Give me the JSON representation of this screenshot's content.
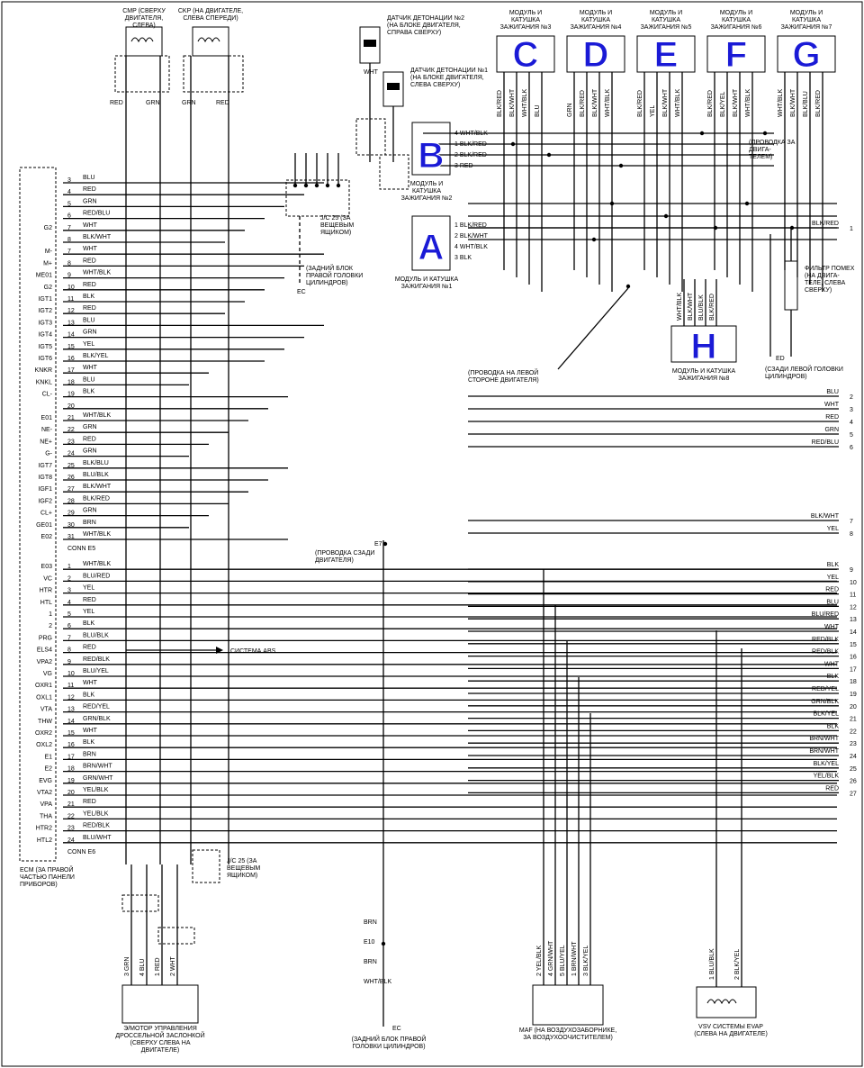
{
  "ecm": {
    "label": "ECM (ЗА ПРАВОЙ ЧАСТЬЮ ПАНЕЛИ ПРИБОРОВ)",
    "conn_e5": "CONN E5",
    "conn_e6": "CONN E6",
    "pins_e5": [
      {
        "name": "",
        "num": "3",
        "wire": "BLU"
      },
      {
        "name": "",
        "num": "4",
        "wire": "RED"
      },
      {
        "name": "",
        "num": "5",
        "wire": "GRN"
      },
      {
        "name": "",
        "num": "6",
        "wire": "RED/BLU"
      },
      {
        "name": "G2",
        "num": "7",
        "wire": "WHT"
      },
      {
        "name": "",
        "num": "8",
        "wire": "BLK/WHT"
      },
      {
        "name": "M-",
        "num": "7",
        "wire": "WHT"
      },
      {
        "name": "M+",
        "num": "8",
        "wire": "RED"
      },
      {
        "name": "ME01",
        "num": "9",
        "wire": "WHT/BLK"
      },
      {
        "name": "G2",
        "num": "10",
        "wire": "RED"
      },
      {
        "name": "IGT1",
        "num": "11",
        "wire": "BLK"
      },
      {
        "name": "IGT2",
        "num": "12",
        "wire": "RED"
      },
      {
        "name": "IGT3",
        "num": "13",
        "wire": "BLU"
      },
      {
        "name": "IGT4",
        "num": "14",
        "wire": "GRN"
      },
      {
        "name": "IGT5",
        "num": "15",
        "wire": "YEL"
      },
      {
        "name": "IGT6",
        "num": "16",
        "wire": "BLK/YEL"
      },
      {
        "name": "KNKR",
        "num": "17",
        "wire": "WHT"
      },
      {
        "name": "KNKL",
        "num": "18",
        "wire": "BLU"
      },
      {
        "name": "CL-",
        "num": "19",
        "wire": "BLK"
      },
      {
        "name": "",
        "num": "20",
        "wire": ""
      },
      {
        "name": "E01",
        "num": "21",
        "wire": "WHT/BLK"
      },
      {
        "name": "NE-",
        "num": "22",
        "wire": "GRN"
      },
      {
        "name": "NE+",
        "num": "23",
        "wire": "RED"
      },
      {
        "name": "G-",
        "num": "24",
        "wire": "GRN"
      },
      {
        "name": "IGT7",
        "num": "25",
        "wire": "BLK/BLU"
      },
      {
        "name": "IGT8",
        "num": "26",
        "wire": "BLU/BLK"
      },
      {
        "name": "IGF1",
        "num": "27",
        "wire": "BLK/WHT"
      },
      {
        "name": "IGF2",
        "num": "28",
        "wire": "BLK/RED"
      },
      {
        "name": "CL+",
        "num": "29",
        "wire": "GRN"
      },
      {
        "name": "GE01",
        "num": "30",
        "wire": "BRN"
      },
      {
        "name": "E02",
        "num": "31",
        "wire": "WHT/BLK"
      }
    ],
    "pins_e6": [
      {
        "name": "E03",
        "num": "1",
        "wire": "WHT/BLK"
      },
      {
        "name": "VC",
        "num": "2",
        "wire": "BLU/RED"
      },
      {
        "name": "HTR",
        "num": "3",
        "wire": "YEL"
      },
      {
        "name": "HTL",
        "num": "4",
        "wire": "RED"
      },
      {
        "name": "1",
        "num": "5",
        "wire": "YEL"
      },
      {
        "name": "2",
        "num": "6",
        "wire": "BLK"
      },
      {
        "name": "PRG",
        "num": "7",
        "wire": "BLU/BLK"
      },
      {
        "name": "ELS4",
        "num": "8",
        "wire": "RED"
      },
      {
        "name": "VPA2",
        "num": "9",
        "wire": "RED/BLK"
      },
      {
        "name": "VG",
        "num": "10",
        "wire": "BLU/YEL"
      },
      {
        "name": "OXR1",
        "num": "11",
        "wire": "WHT"
      },
      {
        "name": "OXL1",
        "num": "12",
        "wire": "BLK"
      },
      {
        "name": "VTA",
        "num": "13",
        "wire": "RED/YEL"
      },
      {
        "name": "THW",
        "num": "14",
        "wire": "GRN/BLK"
      },
      {
        "name": "OXR2",
        "num": "15",
        "wire": "WHT"
      },
      {
        "name": "OXL2",
        "num": "16",
        "wire": "BLK"
      },
      {
        "name": "E1",
        "num": "17",
        "wire": "BRN"
      },
      {
        "name": "E2",
        "num": "18",
        "wire": "BRN/WHT"
      },
      {
        "name": "EVG",
        "num": "19",
        "wire": "GRN/WHT"
      },
      {
        "name": "VTA2",
        "num": "20",
        "wire": "YEL/BLK"
      },
      {
        "name": "VPA",
        "num": "21",
        "wire": "RED"
      },
      {
        "name": "THA",
        "num": "22",
        "wire": "YEL/BLK"
      },
      {
        "name": "HTR2",
        "num": "23",
        "wire": "RED/BLK"
      },
      {
        "name": "HTL2",
        "num": "24",
        "wire": "BLU/WHT"
      }
    ]
  },
  "sensors": {
    "cmp": "CMP (СВЕРХУ ДВИГАТЕЛЯ, СЛЕВА)",
    "ckp": "CKP (НА ДВИГАТЕЛЕ, СЛЕВА СПЕРЕДИ)",
    "knock2": "ДАТЧИК ДЕТОНАЦИИ №2 (НА БЛОКЕ ДВИГАТЕЛЯ, СПРАВА СВЕРХУ)",
    "knock1": "ДАТЧИК ДЕТОНАЦИИ №1 (НА БЛОКЕ ДВИГАТЕЛЯ, СЛЕВА СВЕРХУ)",
    "cmp_wires": [
      "RED",
      "GRN"
    ],
    "ckp_wires": [
      "GRN",
      "RED"
    ],
    "knock_wire": "WHT"
  },
  "modules": {
    "A": {
      "letter": "A",
      "label": "МОДУЛЬ И КАТУШКА ЗАЖИГАНИЯ №1",
      "pins": [
        "1 BLK/RED",
        "2 BLK/WHT",
        "4 WHT/BLK",
        "3 BLK"
      ]
    },
    "B": {
      "letter": "B",
      "label": "МОДУЛЬ И КАТУШКА ЗАЖИГАНИЯ №2",
      "pins": [
        "4 WHT/BLK",
        "1 BLK/RED",
        "2 BLK/RED",
        "3 RED"
      ]
    },
    "C": {
      "letter": "C",
      "label": "МОДУЛЬ И КАТУШКА ЗАЖИГАНИЯ №3",
      "pins": [
        "BLK/RED",
        "BLK/WHT",
        "WHT/BLK",
        "BLU"
      ]
    },
    "D": {
      "letter": "D",
      "label": "МОДУЛЬ И КАТУШКА ЗАЖИГАНИЯ №4",
      "pins": [
        "GRN",
        "BLK/RED",
        "BLK/WHT",
        "WHT/BLK"
      ]
    },
    "E": {
      "letter": "E",
      "label": "МОДУЛЬ И КАТУШКА ЗАЖИГАНИЯ №5",
      "pins": [
        "BLK/RED",
        "YEL",
        "BLK/WHT",
        "WHT/BLK"
      ]
    },
    "F": {
      "letter": "F",
      "label": "МОДУЛЬ И КАТУШКА ЗАЖИГАНИЯ №6",
      "pins": [
        "BLK/RED",
        "BLK/YEL",
        "BLK/WHT",
        "WHT/BLK"
      ]
    },
    "G": {
      "letter": "G",
      "label": "МОДУЛЬ И КАТУШКА ЗАЖИГАНИЯ №7",
      "pins": [
        "WHT/BLK",
        "BLK/WHT",
        "BLK/BLU",
        "BLK/RED"
      ]
    },
    "H": {
      "letter": "H",
      "label": "МОДУЛЬ И КАТУШКА ЗАЖИГАНИЯ №8",
      "pins": [
        "WHT/BLK",
        "BLK/WHT",
        "BLU/BLK",
        "BLK/RED"
      ]
    }
  },
  "notes": {
    "jc25_top": "J/C 25 (ЗА ВЕЩЕВЫМ ЯЩИКОМ)",
    "jc25_bottom": "J/C 25 (ЗА ВЕЩЕВЫМ ЯЩИКОМ)",
    "ground_ec_top": "(ЗАДНИЙ БЛОК ПРАВОЙ ГОЛОВКИ ЦИЛИНДРОВ)",
    "ground_ec_bottom": "(ЗАДНИЙ БЛОК ПРАВОЙ ГОЛОВКИ ЦИЛИНДРОВ)",
    "left_side_wiring": "(ПРОВОДКА НА ЛЕВОЙ СТОРОНЕ ДВИГАТЕЛЯ)",
    "behind_engine": "(ПРОВОДКА СЗАДИ ДВИГАТЕЛЯ)",
    "behind_engine2": "(ПРОВОДКА ЗА ДВИГА- ТЕЛЕМ)",
    "filter": "ФИЛЬТР ПОМЕХ (НА ДВИГА- ТЕЛЕ, СЛЕВА СВЕРХУ)",
    "ground_ed": "(СЗАДИ ЛЕВОЙ ГОЛОВКИ ЦИЛИНДРОВ)",
    "abs": "СИСТЕМА ABS",
    "throttle": "Э/МОТОР УПРАВЛЕНИЯ ДРОССЕЛЬНОЙ ЗАСЛОНКОЙ (СВЕРХУ СЛЕВА НА ДВИГАТЕЛЕ)",
    "maf": "MAF (НА ВОЗДУХОЗАБОРНИКЕ, ЗА ВОЗДУХООЧИСТИТЕЛЕМ)",
    "vsv": "VSV СИСТЕМЫ EVAP (СЛЕВА НА ДВИГАТЕЛЕ)"
  },
  "right_outputs": [
    {
      "num": "1",
      "wire": "BLK/RED"
    },
    {
      "num": "2",
      "wire": "BLU"
    },
    {
      "num": "3",
      "wire": "WHT"
    },
    {
      "num": "4",
      "wire": "RED"
    },
    {
      "num": "5",
      "wire": "GRN"
    },
    {
      "num": "6",
      "wire": "RED/BLU"
    },
    {
      "num": "7",
      "wire": "BLK/WHT"
    },
    {
      "num": "8",
      "wire": "YEL"
    },
    {
      "num": "9",
      "wire": "BLK"
    },
    {
      "num": "10",
      "wire": "YEL"
    },
    {
      "num": "11",
      "wire": "RED"
    },
    {
      "num": "12",
      "wire": "BLU"
    },
    {
      "num": "13",
      "wire": "BLU/RED"
    },
    {
      "num": "14",
      "wire": "WHT"
    },
    {
      "num": "15",
      "wire": "RED/BLK"
    },
    {
      "num": "16",
      "wire": "RED/BLK"
    },
    {
      "num": "17",
      "wire": "WHT"
    },
    {
      "num": "18",
      "wire": "BLK"
    },
    {
      "num": "19",
      "wire": "RED/YEL"
    },
    {
      "num": "20",
      "wire": "GRN/BLK"
    },
    {
      "num": "21",
      "wire": "BLK/YEL"
    },
    {
      "num": "22",
      "wire": "BLK"
    },
    {
      "num": "23",
      "wire": "BRN/WHT"
    },
    {
      "num": "24",
      "wire": "BRN/WHT"
    },
    {
      "num": "25",
      "wire": "BLK/YEL"
    },
    {
      "num": "26",
      "wire": "YEL/BLK"
    },
    {
      "num": "27",
      "wire": "RED"
    }
  ],
  "bottom": {
    "throttle_wires": [
      "3 GRN",
      "4 BLU",
      "1 RED",
      "2 WHT"
    ],
    "maf_wires": [
      "2 YEL/BLK",
      "4 GRN/WHT",
      "5 BLU/YEL",
      "1 BRN/WHT",
      "3 BLK/YEL"
    ],
    "vsv_wires": [
      "1 BLU/BLK",
      "2 BLK/YEL"
    ],
    "ec_wires": [
      "BRN",
      "E10",
      "BRN",
      "WHT/BLK"
    ],
    "ec_label": "EC"
  }
}
